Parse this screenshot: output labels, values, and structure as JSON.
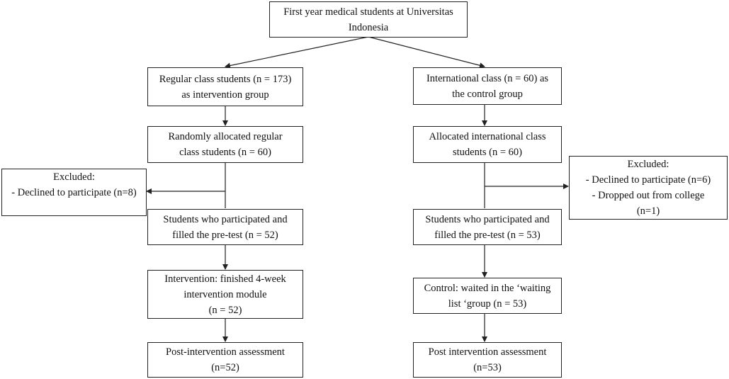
{
  "top": {
    "line1": "First year medical students at Universitas",
    "line2": "Indonesia"
  },
  "left": {
    "group": {
      "line1": "Regular class students (n = 173)",
      "line2": "as intervention group"
    },
    "allocated": {
      "line1": "Randomly allocated regular",
      "line2": "class students (n = 60)"
    },
    "excluded": {
      "title": "Excluded:",
      "item1": "- Declined to participate (n=8)"
    },
    "participated": {
      "line1": "Students who participated and",
      "line2": "filled the pre-test (n = 52)"
    },
    "intervention": {
      "line1": "Intervention: finished 4-week",
      "line2": "intervention module",
      "line3": "(n = 52)"
    },
    "post": {
      "line1": "Post-intervention assessment",
      "line2": "(n=52)"
    }
  },
  "right": {
    "group": {
      "line1": "International class (n = 60) as",
      "line2": "the control group"
    },
    "allocated": {
      "line1": "Allocated international class",
      "line2": "students (n = 60)"
    },
    "excluded": {
      "title": "Excluded:",
      "item1": "-   Declined to participate (n=6)",
      "item2": "-   Dropped out from college",
      "item3": "(n=1)"
    },
    "participated": {
      "line1": "Students who participated and",
      "line2": "filled the pre-test (n = 53)"
    },
    "control": {
      "line1": "Control: waited in the ‘waiting",
      "line2": "list ‘group (n = 53)"
    },
    "post": {
      "line1": "Post intervention assessment",
      "line2": "(n=53)"
    }
  }
}
